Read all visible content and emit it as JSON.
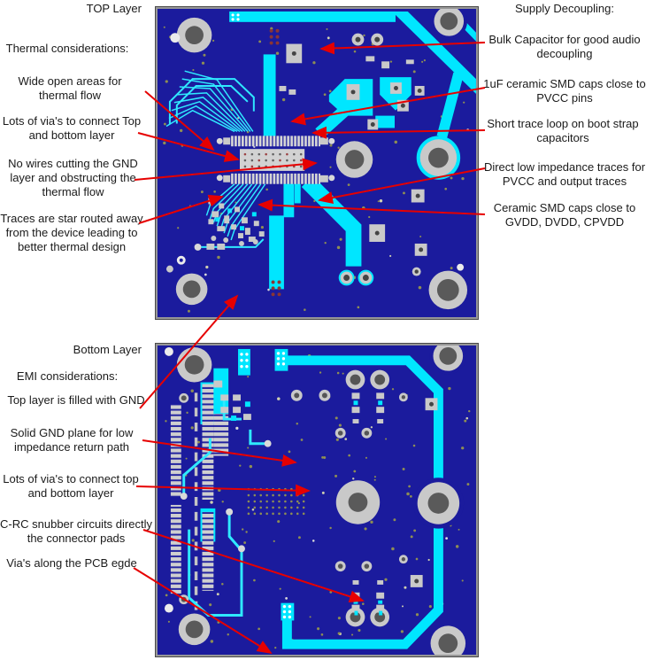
{
  "colors": {
    "board_substrate": "#1b1b9d",
    "copper_trace": "#00e6ff",
    "pad_gray": "#c9c9c9",
    "drill_dark": "#5a5a5a",
    "via_dot_olive": "#8e8e54",
    "silkscreen": "#c4c4c4",
    "arrow_red": "#e60000",
    "text": "#1a1a1a"
  },
  "top_section": {
    "board_label": "TOP Layer",
    "left": {
      "heading": "Thermal considerations:",
      "notes": [
        "Wide open areas for thermal flow",
        "Lots of via's to connect Top and bottom layer",
        "No wires cutting the GND layer and obstructing the thermal flow",
        "Traces are star routed away from the device leading to better thermal design"
      ]
    },
    "right": {
      "heading": "Supply Decoupling:",
      "notes": [
        "Bulk Capacitor for good audio decoupling",
        "1uF ceramic SMD caps close to PVCC pins",
        "Short trace loop on boot strap capacitors",
        "Direct low impedance traces for PVCC and output traces",
        "Ceramic SMD caps close to GVDD, DVDD, CPVDD"
      ]
    }
  },
  "bottom_section": {
    "board_label": "Bottom Layer",
    "left": {
      "heading": "EMI considerations:",
      "notes": [
        "Top layer is filled with GND",
        "Solid GND plane for low impedance return path",
        "Lots of via's to connect top and bottom layer",
        "C-RC snubber circuits directly the connector pads",
        "Via's along the PCB egde"
      ]
    }
  }
}
